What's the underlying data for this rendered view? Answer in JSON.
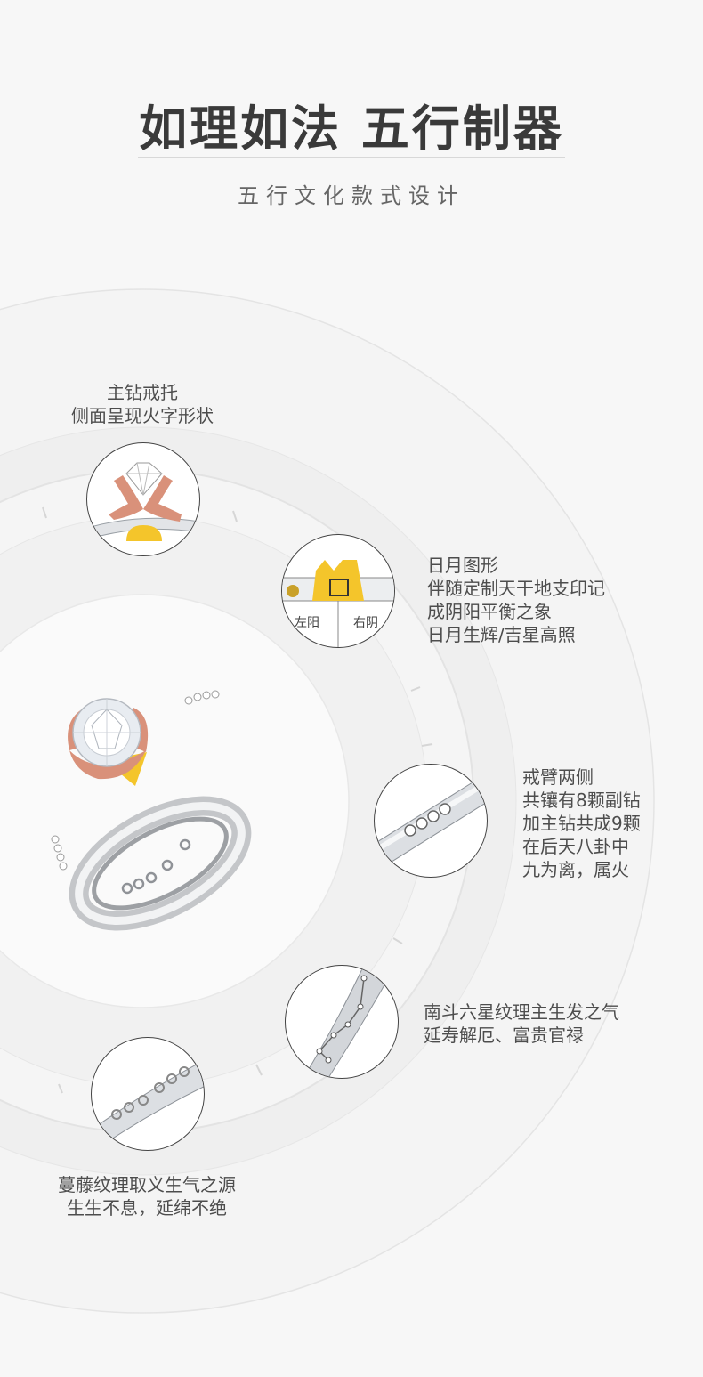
{
  "header": {
    "title": "如理如法 五行制器",
    "subtitle": "五行文化款式设计"
  },
  "colors": {
    "gold": "#f4c52b",
    "rose_gold": "#d9917a",
    "background": "#f7f7f7"
  },
  "features": [
    {
      "id": "prong",
      "lines": [
        "主钻戒托",
        "侧面呈现火字形状"
      ]
    },
    {
      "id": "sun-moon",
      "lines": [
        "日月图形",
        "伴随定制天干地支印记",
        "成阴阳平衡之象",
        "日月生辉/吉星高照"
      ],
      "left_label": "左阳",
      "right_label": "右阴"
    },
    {
      "id": "side-stones",
      "lines": [
        "戒臂两侧",
        "共镶有8颗副钻",
        "加主钻共成9颗",
        "在后天八卦中",
        "九为离，属火"
      ]
    },
    {
      "id": "big-dipper",
      "lines": [
        "南斗六星纹理主生发之气",
        "延寿解厄、富贵官禄"
      ]
    },
    {
      "id": "vine",
      "lines": [
        "蔓藤纹理取义生气之源",
        "生生不息，延绵不绝"
      ]
    }
  ]
}
